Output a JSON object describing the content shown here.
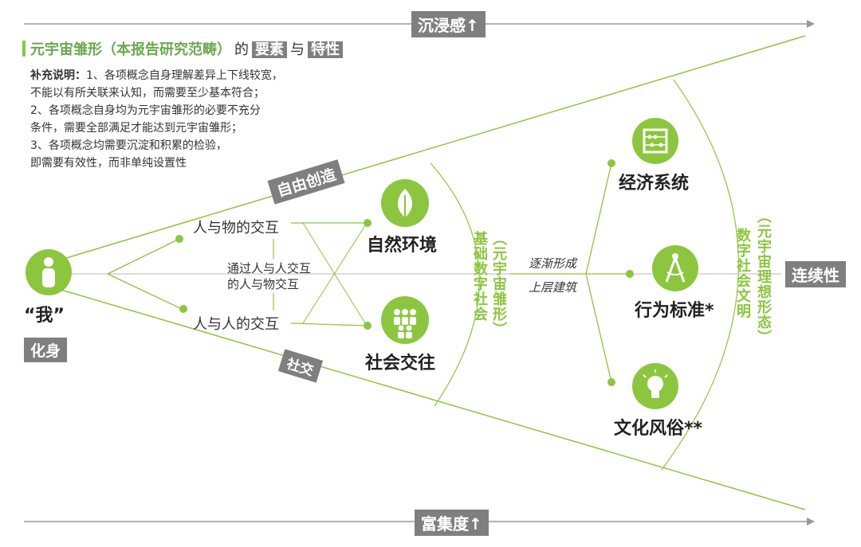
{
  "axes": {
    "top_label": "沉浸感↑",
    "bottom_label": "富集度↑",
    "right_label": "连续性"
  },
  "title": {
    "main": "元宇宙雏形（本报告研究范畴）",
    "connector1": "的",
    "tag1": "要素",
    "connector2": "与",
    "tag2": "特性"
  },
  "notes": {
    "label": "补充说明：",
    "lines": [
      "1、各项概念自身理解差异上下线较宽，",
      "不能以有所关联来认知，而需要至少基本符合；",
      "2、各项概念自身均为元宇宙雏形的必要不充分",
      "条件，需要全部满足才能达到元宇宙雏形；",
      "3、各项概念均需要沉淀和积累的检验，",
      "即需要有效性，而非单纯设置性"
    ]
  },
  "origin": {
    "name": "“我”",
    "tag": "化身"
  },
  "branches": {
    "upper": "自由创造",
    "lower": "社交"
  },
  "interactions": {
    "person_object": "人与物的交互",
    "person_person": "人与人的交互",
    "combined_line1": "通过人与人交互",
    "combined_line2": "的人与物交互"
  },
  "nodes": {
    "nature": "自然环境",
    "society": "社会交往",
    "economy": "经济系统",
    "behavior": "行为标准*",
    "culture": "文化风俗**"
  },
  "stages": {
    "basic_line1": "（元宇宙雏形）",
    "basic_line2": "基础数字社会",
    "ideal_line1": "（元宇宙理想形态）",
    "ideal_line2": "数字社会文明"
  },
  "transition": {
    "line1": "逐渐形成",
    "line2": "上层建筑"
  },
  "colors": {
    "accent_green": "#8cc63f",
    "tag_gray": "#7f7f7f",
    "axis_gray": "#999999"
  },
  "icons": {
    "origin": "person-icon",
    "nature": "leaf-icon",
    "society": "group-icon",
    "economy": "abacus-icon",
    "behavior": "compass-icon",
    "culture": "lightbulb-icon"
  }
}
